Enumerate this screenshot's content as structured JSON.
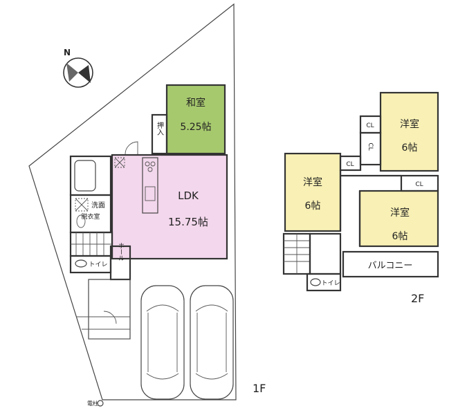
{
  "colors": {
    "washitsu": "#a7c96e",
    "ldk": "#f3d7ec",
    "youshitsu": "#f8f0b4",
    "lines": "#333333",
    "background": "#ffffff"
  },
  "compass": {
    "label": "N"
  },
  "floor1": {
    "label": "1F",
    "rooms": {
      "washitsu_name": "和室",
      "washitsu_size": "5.25帖",
      "oshiire": "押入",
      "ldk_name": "LDK",
      "ldk_size": "15.75帖",
      "senmen": "洗面",
      "datsui": "脱衣室",
      "toilet": "トイレ",
      "hall": "ホール"
    },
    "utility_pole": "電柱"
  },
  "floor2": {
    "label": "2F",
    "rooms": {
      "youshitsu_name": "洋室",
      "youshitsu_size": "6帖",
      "cl": "CL",
      "balcony": "バルコニー",
      "toilet": "トイレ"
    }
  },
  "icons": [
    "compass-icon",
    "bathtub-icon",
    "washing-machine-icon",
    "stove-icon",
    "sink-icon",
    "toilet-icon",
    "car-icon",
    "staircase-icon",
    "door-swing-icon"
  ]
}
